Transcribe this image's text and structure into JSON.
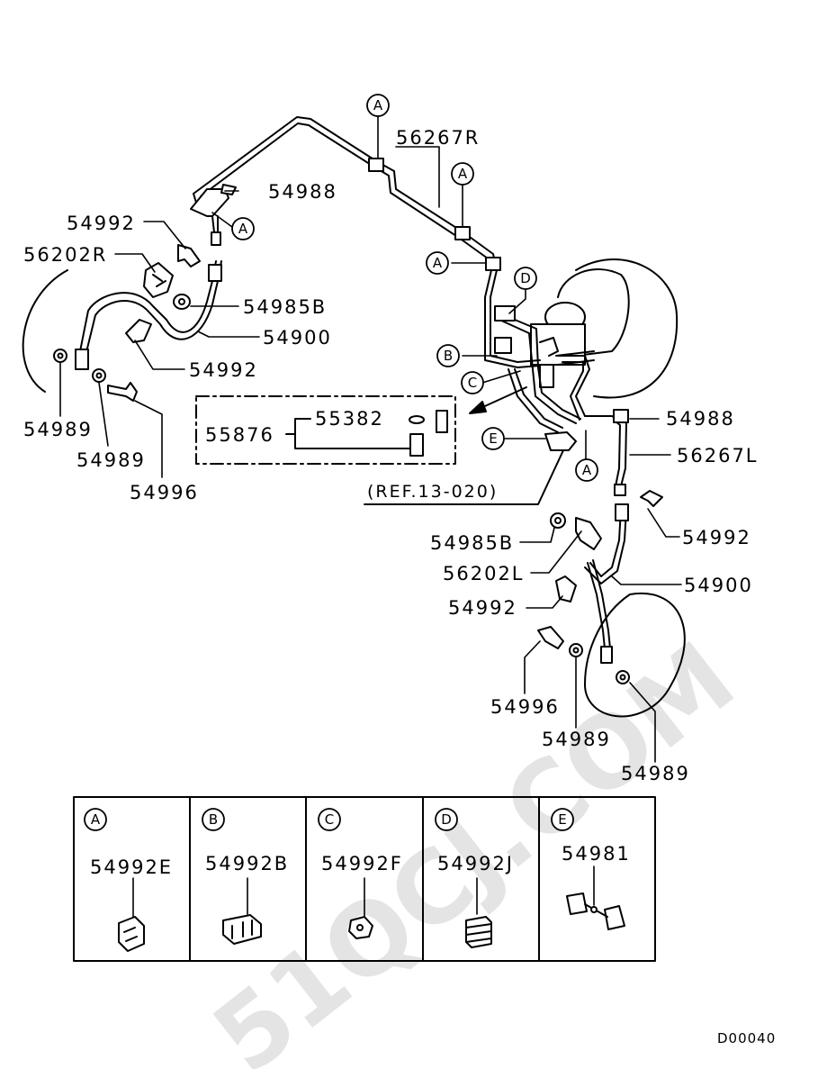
{
  "watermark": "51QCJ.COM",
  "labels": {
    "n56267R": "56267R",
    "n54988_top": "54988",
    "n54992_top": "54992",
    "n56202R": "56202R",
    "n54985B_left": "54985B",
    "n54900_left": "54900",
    "n54992_left": "54992",
    "n54989_a": "54989",
    "n54989_b": "54989",
    "n54996_left": "54996",
    "n55876": "55876",
    "n55382": "55382",
    "ref": "(REF.13-020)",
    "n54988_right": "54988",
    "n56267L": "56267L",
    "n54992_right": "54992",
    "n54985B_right": "54985B",
    "n56202L": "56202L",
    "n54900_right": "54900",
    "n54992_mid": "54992",
    "n54996_right": "54996",
    "n54989_c": "54989",
    "n54989_d": "54989"
  },
  "callouts": {
    "a": "A",
    "b": "B",
    "c": "C",
    "d": "D",
    "e": "E"
  },
  "legend": [
    {
      "letter": "A",
      "part": "54992E"
    },
    {
      "letter": "B",
      "part": "54992B"
    },
    {
      "letter": "C",
      "part": "54992F"
    },
    {
      "letter": "D",
      "part": "54992J"
    },
    {
      "letter": "E",
      "part": "54981"
    }
  ],
  "diagram_code": "D00040"
}
